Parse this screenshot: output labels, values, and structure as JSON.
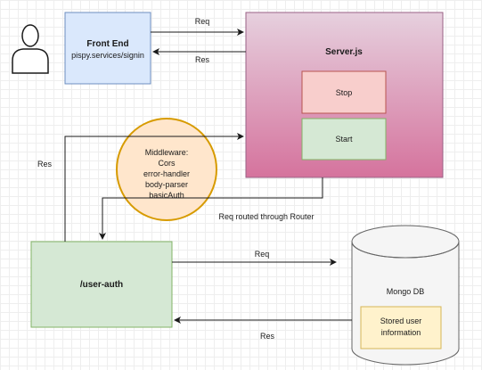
{
  "nodes": {
    "frontend": {
      "title": "Front End",
      "subtitle": "pispy.services/signin"
    },
    "server": {
      "title": "Server.js",
      "stop": "Stop",
      "start": "Start"
    },
    "middleware": {
      "lines": [
        "Middleware:",
        "Cors",
        "error-handler",
        "body-parser",
        "basicAuth"
      ]
    },
    "userauth": {
      "title": "/user-auth"
    },
    "mongodb": {
      "title": "Mongo DB",
      "stored_line1": "Stored user",
      "stored_line2": "information"
    }
  },
  "edges": {
    "fe_to_server": "Req",
    "server_to_fe": "Res",
    "userauth_to_server_res": "Res",
    "router": "Req routed through Router",
    "userauth_to_db": "Req",
    "db_to_userauth": "Res"
  },
  "colors": {
    "frontend_fill": "#dae8fc",
    "frontend_stroke": "#6c8ebf",
    "server_top": "#e6d0de",
    "server_bottom": "#d5739d",
    "server_stroke": "#996185",
    "stop_fill": "#f8cecc",
    "stop_stroke": "#b85450",
    "start_fill": "#d5e8d4",
    "start_stroke": "#82b366",
    "middleware_fill": "#ffe6cc",
    "middleware_stroke": "#d79b00",
    "userauth_fill": "#d5e8d4",
    "userauth_stroke": "#82b366",
    "db_fill": "#f5f5f5",
    "db_stroke": "#666666",
    "stored_fill": "#fff2cc",
    "stored_stroke": "#d6b656",
    "line": "#1a1a1a"
  },
  "icons": {
    "user": "user-actor-icon"
  }
}
